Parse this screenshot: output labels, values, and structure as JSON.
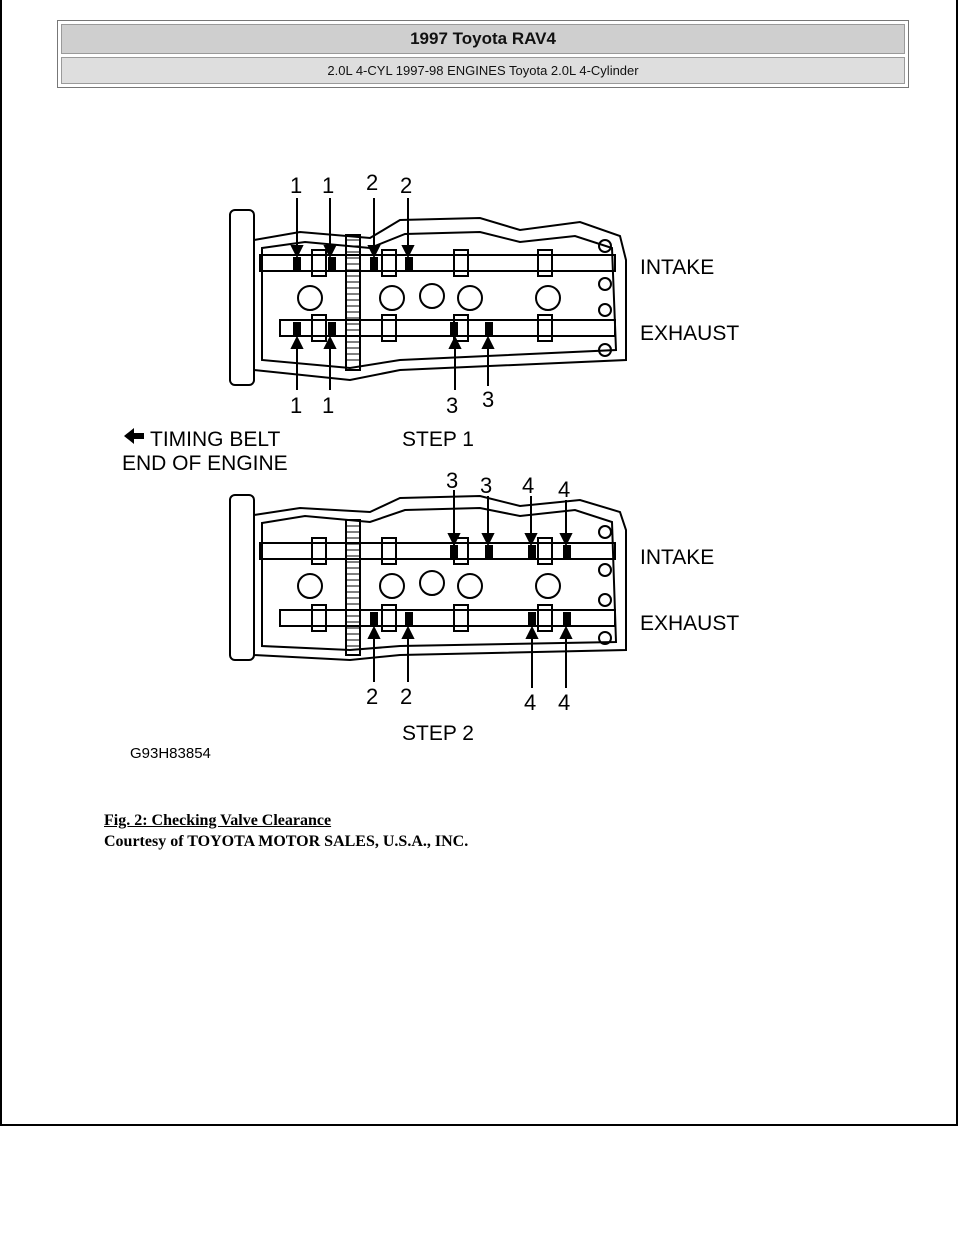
{
  "header": {
    "title": "1997 Toyota RAV4",
    "subtitle": "2.0L 4-CYL 1997-98 ENGINES Toyota 2.0L 4-Cylinder"
  },
  "figure": {
    "timing_belt_label_line1": "TIMING BELT",
    "timing_belt_label_line2": "END OF ENGINE",
    "intake_label": "INTAKE",
    "exhaust_label": "EXHAUST",
    "step1_label": "STEP 1",
    "step2_label": "STEP 2",
    "figure_code": "G93H83854",
    "step1_callouts": {
      "top": [
        "1",
        "1",
        "2",
        "2"
      ],
      "bottom": [
        "1",
        "1",
        "3",
        "3"
      ]
    },
    "step2_callouts": {
      "top": [
        "3",
        "3",
        "4",
        "4"
      ],
      "bottom": [
        "2",
        "2",
        "4",
        "4"
      ]
    }
  },
  "caption": {
    "title": "Fig. 2: Checking Valve Clearance",
    "credit": "Courtesy of TOYOTA MOTOR SALES, U.S.A., INC."
  }
}
